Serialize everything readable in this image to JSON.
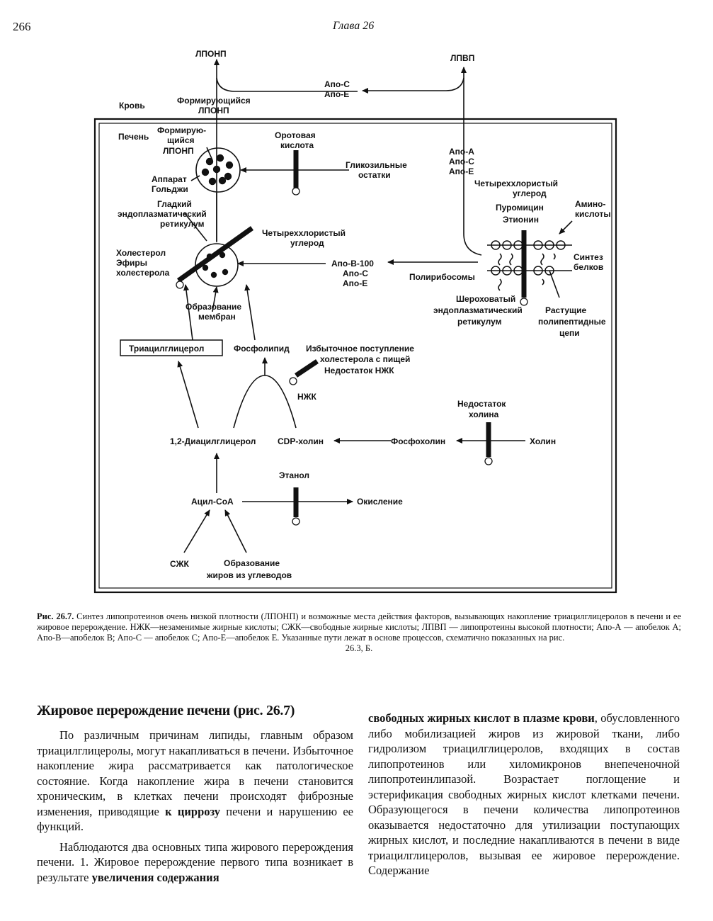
{
  "header": {
    "page_number": "266",
    "running_head": "Глава 26"
  },
  "diagram": {
    "blood_label": "Кровь",
    "vldl": "ЛПОНП",
    "hdl": "ЛПВП",
    "forming_vldl_blood": [
      "Формирующийся",
      "ЛПОНП"
    ],
    "apo_c_e_top": [
      "Апо-С",
      "Апо-Е"
    ],
    "liver_label": "Печень",
    "forming_vldl_liver": [
      "Формирую-",
      "щийся",
      "ЛПОНП"
    ],
    "orotic_acid": [
      "Оротовая",
      "кислота"
    ],
    "glycosyl": [
      "Гликозильные",
      "остатки"
    ],
    "golgi": [
      "Аппарат",
      "Гольджи"
    ],
    "smooth_er": [
      "Гладкий",
      "эндоплазматический",
      "ретикулум"
    ],
    "apo_ace": [
      "Апо-А",
      "Апо-С",
      "Апо-Е"
    ],
    "inhibitors_right": [
      "Четыреххлористый",
      "углерод",
      "Пуромицин",
      "Этионин"
    ],
    "amino_acids": [
      "Амино-",
      "кислоты"
    ],
    "protein_synthesis": [
      "Синтез",
      "белков"
    ],
    "ccl4_mid": [
      "Четыреххлористый",
      "углерод"
    ],
    "cholesterol": [
      "Холестерол",
      "Эфиры",
      "холестерола"
    ],
    "apo_b100": [
      "Апо-В-100",
      "Апо-С",
      "Апо-Е"
    ],
    "polyribosomes": "Полирибосомы",
    "rough_er": [
      "Шероховатый",
      "эндоплазматический",
      "ретикулум"
    ],
    "growing_chains": [
      "Растущие",
      "полипептидные",
      "цепи"
    ],
    "membrane_formation": [
      "Образование",
      "мембран"
    ],
    "triacylglycerol": "Триацилглицерол",
    "phospholipid": "Фосфолипид",
    "excess_cholesterol": [
      "Избыточное поступление",
      "холестерола с пищей",
      "Недостаток НЖК"
    ],
    "efa": "НЖК",
    "choline_deficiency": [
      "Недостаток",
      "холина"
    ],
    "diacylglycerol": "1,2-Диацилглицерол",
    "cdp_choline": "CDP-холин",
    "phosphocholine": "Фосфохолин",
    "choline": "Холин",
    "ethanol": "Этанол",
    "acyl_coa": "Ацил-СоА",
    "oxidation": "Окисление",
    "ffa": "СЖК",
    "fat_from_carbs": [
      "Образование",
      "жиров из углеводов"
    ],
    "minus": "−"
  },
  "caption": {
    "label": "Рис. 26.7.",
    "text": "Синтез липопротеинов очень низкой плотности (ЛПОНП) и возможные места действия факторов, вызывающих накопление триацилглицеролов в печени и ее жировое перерождение. НЖК—незаменимые жирные кислоты; СЖК—свободные жирные кислоты; ЛПВП — липопротеины высокой плотности; Апо-А — апобелок А; Апо-В—апобелок В; Апо-С — апобелок С; Апо-Е—апобелок Е. Указанные пути лежат в основе процессов, схематично показанных на рис.",
    "end": "26.3, Б."
  },
  "section_title": "Жировое перерождение печени (рис. 26.7)",
  "col1": {
    "p1": "По различным причинам липиды, главным образом триацилглицеролы, могут накапливаться в печени. Избыточное накопление жира рассматривается как патологическое состояние. Когда накопление жира в печени становится хроническим, в клетках печени происходят фиброзные изменения, приводящие",
    "p1_bold": "к циррозу",
    "p1_tail": "печени и нарушению ее функций.",
    "p2": "Наблюдаются два основных типа жирового перерождения печени. 1. Жировое перерождение первого типа возникает в результате",
    "p2_bold": "увеличения содержания"
  },
  "col2": {
    "bold": "свободных жирных кислот в плазме крови",
    "text": ", обусловленного либо мобилизацией жиров из жировой ткани, либо гидролизом триацилглицеролов, входящих в состав липопротеинов или хиломикронов внепеченочной липопротеинлипазой. Возрастает поглощение и эстерификация свободных жирных кислот клетками печени. Образующегося в печени количества липопротеинов оказывается недостаточно для утилизации поступающих жирных кислот, и последние накапливаются в печени в виде триацилглицеролов, вызывая ее жировое перерождение. Содержание"
  }
}
